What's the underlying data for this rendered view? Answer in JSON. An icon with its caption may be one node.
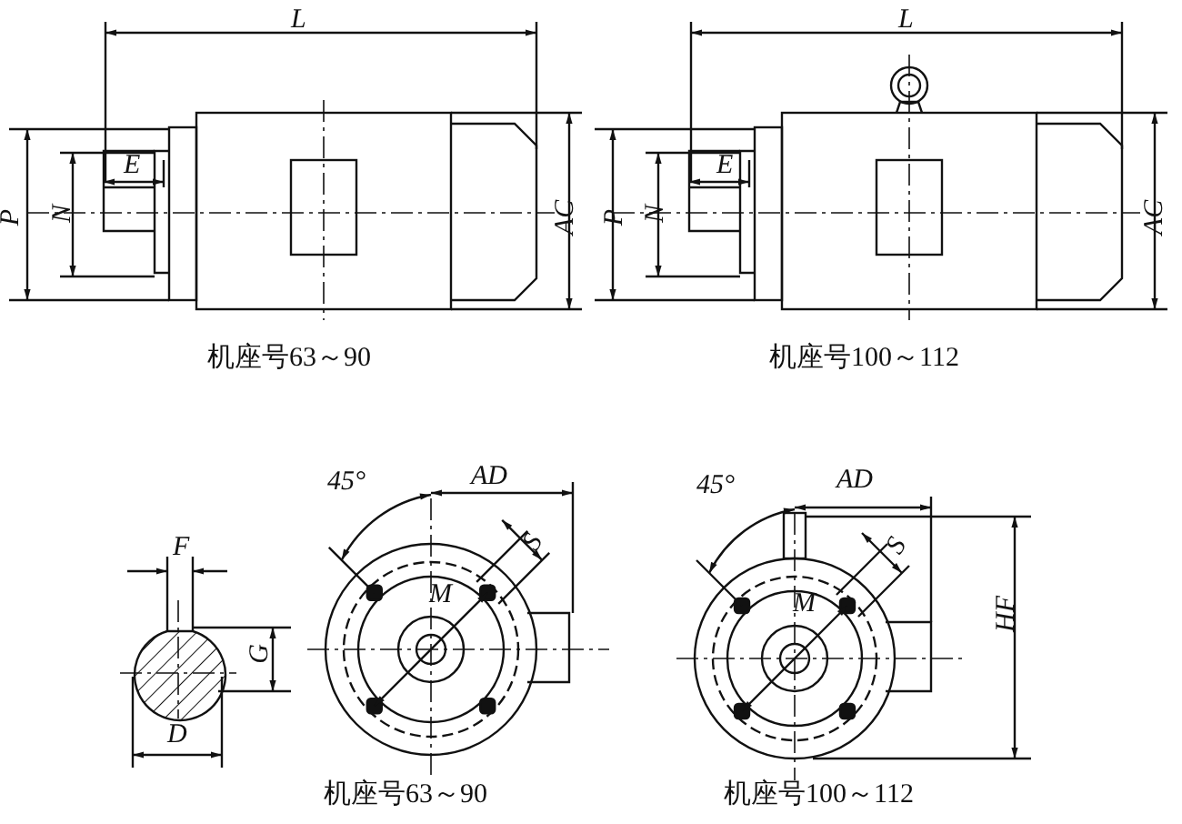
{
  "diagram": {
    "labels": [
      "L",
      "L",
      "P",
      "N",
      "E",
      "AC",
      "P",
      "N",
      "E",
      "AC",
      "机座号63～90",
      "机座号100～112",
      "45°",
      "AD",
      "45°",
      "AD",
      "F",
      "S",
      "S",
      "M",
      "M",
      "G",
      "HF",
      "D",
      "机座号63～90",
      "机座号100～112"
    ]
  }
}
